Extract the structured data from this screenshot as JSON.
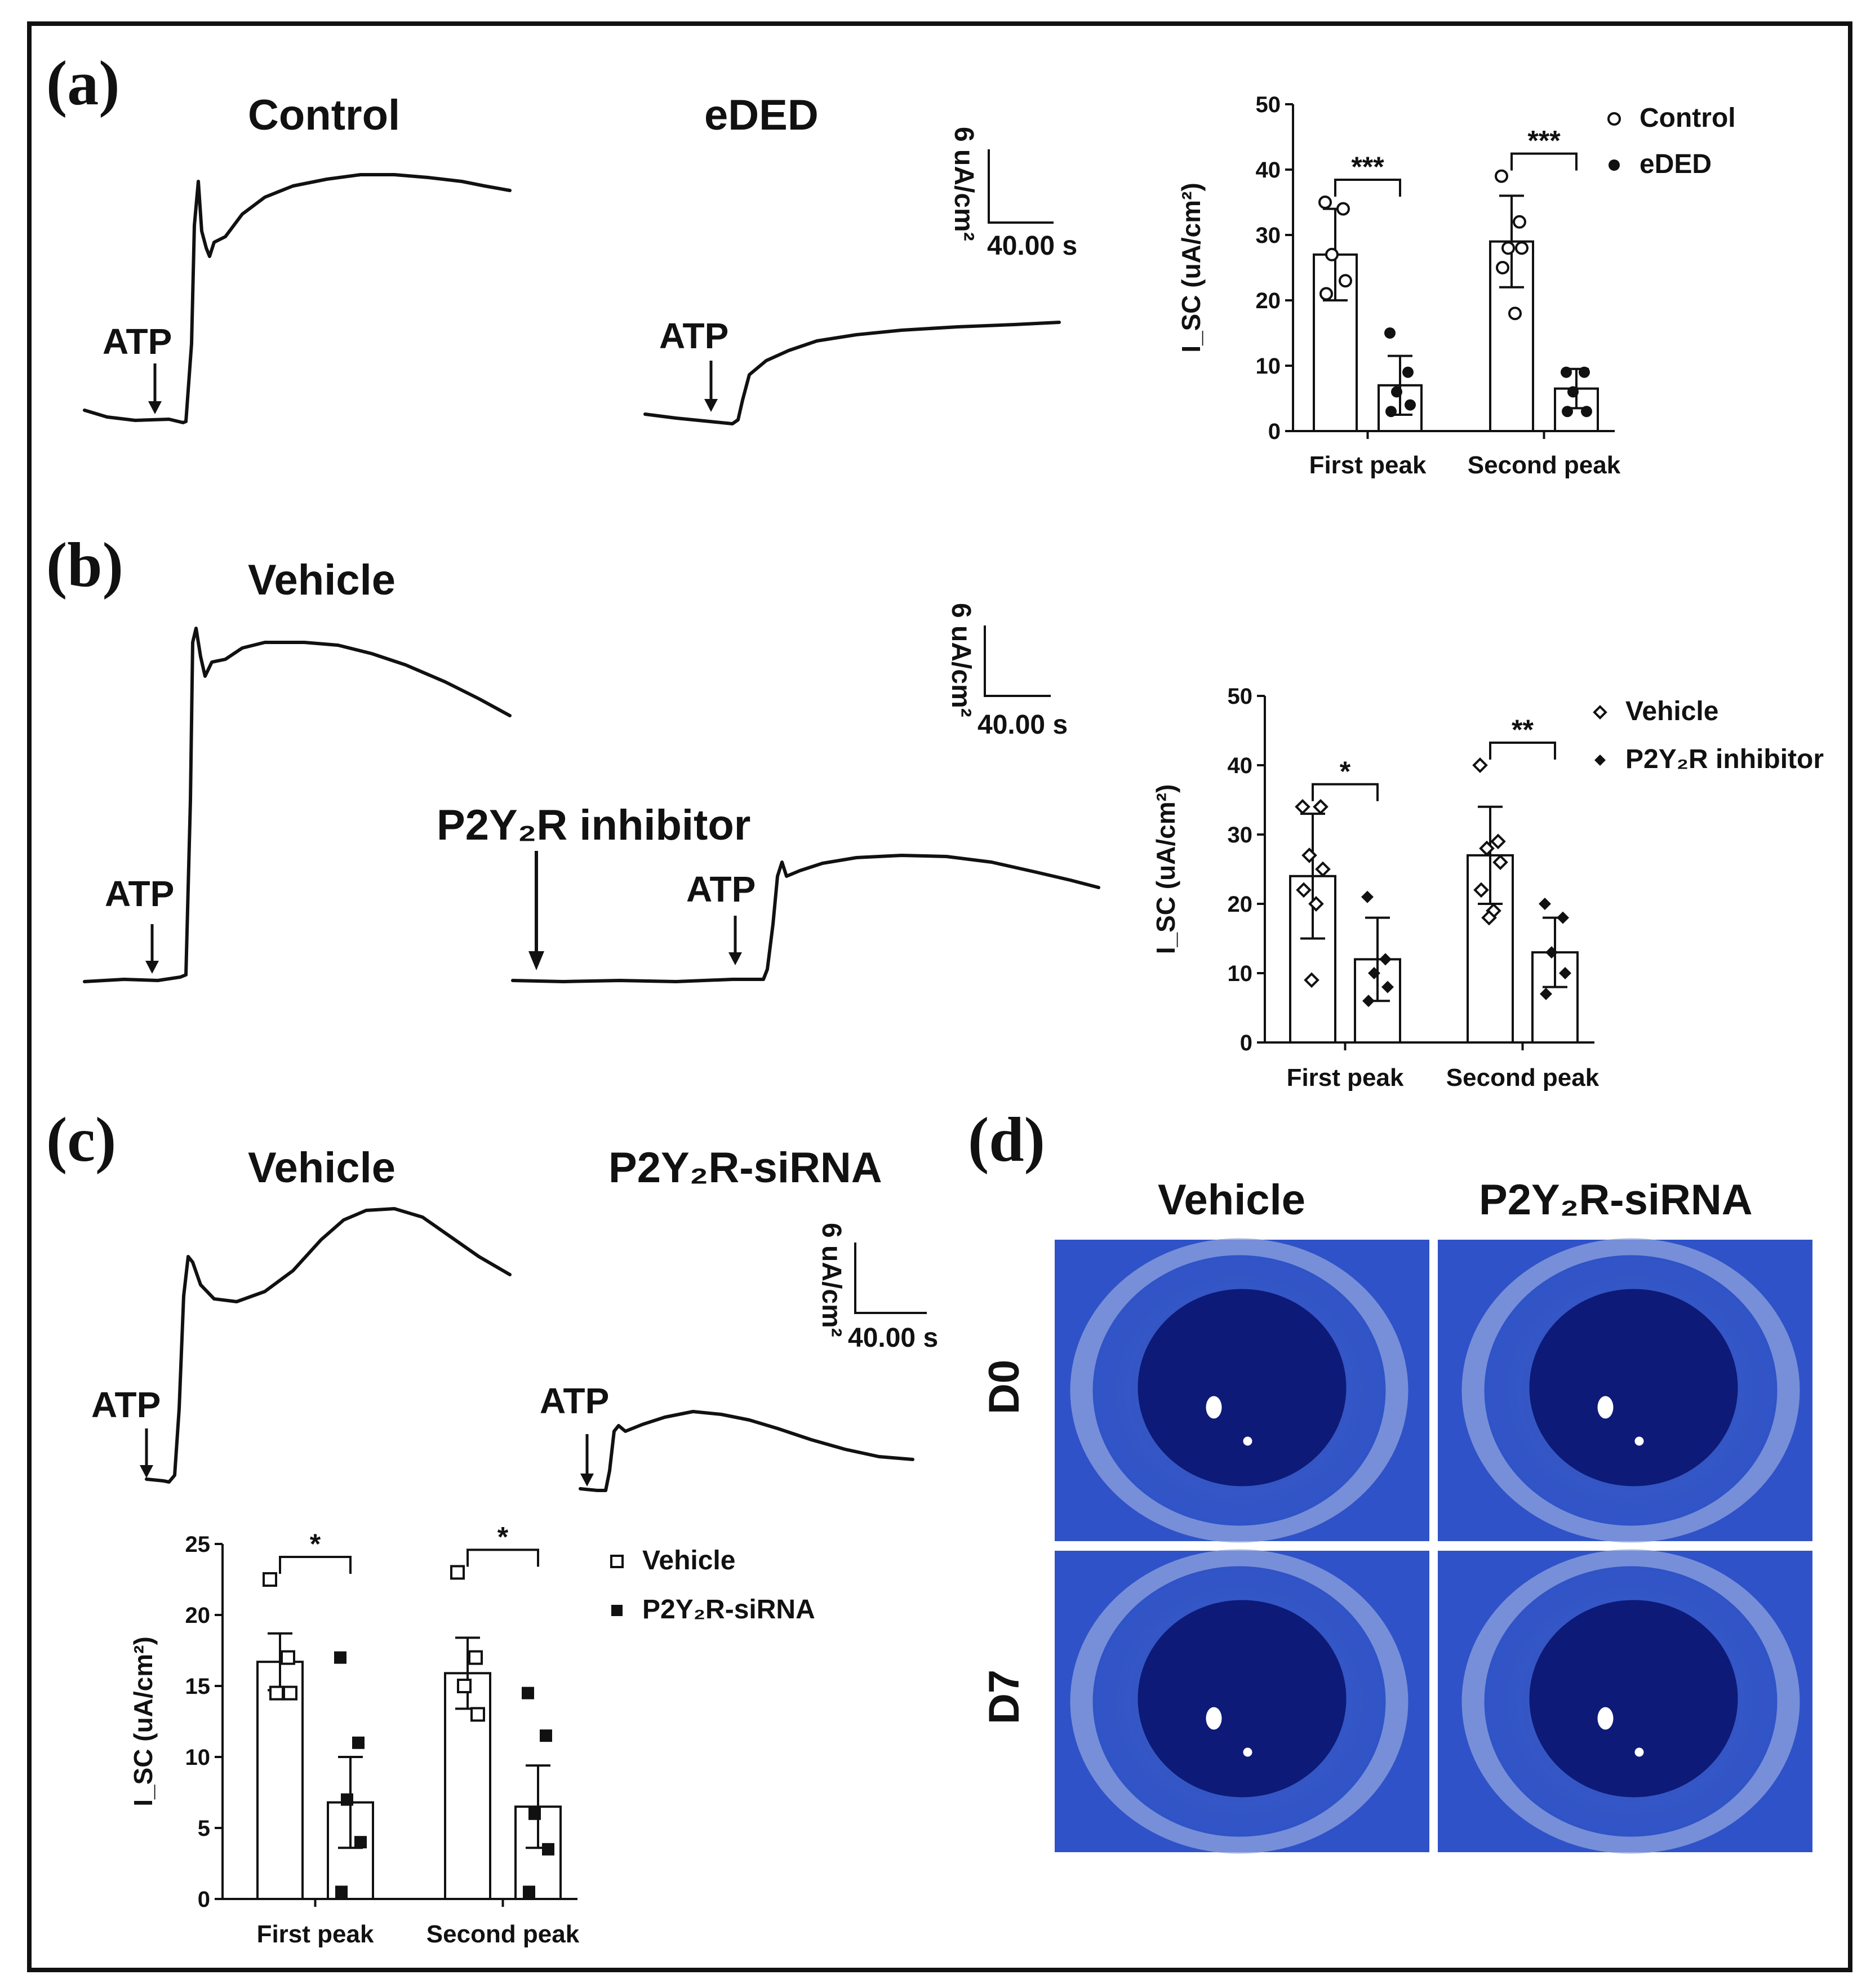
{
  "panels": {
    "a": {
      "letter": "(a)",
      "trace_titles": [
        "Control",
        "eDED"
      ],
      "atp_label": "ATP",
      "scale_y": "6 uA/cm²",
      "scale_x": "40.00 s"
    },
    "b": {
      "letter": "(b)",
      "trace_titles": [
        "Vehicle",
        "P2Y₂R inhibitor"
      ],
      "atp_label": "ATP",
      "scale_y": "6 uA/cm²",
      "scale_x": "40.00 s"
    },
    "c": {
      "letter": "(c)",
      "trace_titles": [
        "Vehicle",
        "P2Y₂R-siRNA"
      ],
      "atp_label": "ATP",
      "scale_y": "6 uA/cm²",
      "scale_x": "40.00 s"
    },
    "d": {
      "letter": "(d)",
      "column_labels": [
        "Vehicle",
        "P2Y₂R-siRNA"
      ],
      "row_labels": [
        "D0",
        "D7"
      ],
      "photo_colors": {
        "outer": "#2f52c8",
        "sclera": "#8fa4dd",
        "iris": "#3e5fc0",
        "pupil": "#0d1a78",
        "highlight": "#ffffff"
      }
    }
  },
  "chart_data": [
    {
      "id": "a",
      "type": "bar",
      "ylabel": "I_SC (uA/cm²)",
      "ylim": [
        0,
        50
      ],
      "yticks": [
        0,
        10,
        20,
        30,
        40,
        50
      ],
      "categories": [
        "First peak",
        "Second peak"
      ],
      "series": [
        {
          "name": "Control",
          "marker": "open-circle",
          "values": [
            27,
            29
          ],
          "errors": [
            7,
            7
          ],
          "points": [
            [
              35,
              34,
              27,
              23,
              21
            ],
            [
              39,
              32,
              28,
              28,
              25,
              18
            ]
          ]
        },
        {
          "name": "eDED",
          "marker": "filled-circle",
          "values": [
            7,
            6.5
          ],
          "errors": [
            4.5,
            3
          ],
          "points": [
            [
              15,
              9,
              6,
              4,
              3
            ],
            [
              9,
              9,
              6,
              3,
              3
            ]
          ]
        }
      ],
      "significance": [
        "***",
        "***"
      ],
      "legend": "right"
    },
    {
      "id": "b",
      "type": "bar",
      "ylabel": "I_SC (uA/cm²)",
      "ylim": [
        0,
        50
      ],
      "yticks": [
        0,
        10,
        20,
        30,
        40,
        50
      ],
      "categories": [
        "First peak",
        "Second peak"
      ],
      "series": [
        {
          "name": "Vehicle",
          "marker": "open-diamond",
          "values": [
            24,
            27
          ],
          "errors": [
            9,
            7
          ],
          "points": [
            [
              34,
              34,
              27,
              25,
              22,
              20,
              9
            ],
            [
              40,
              29,
              28,
              26,
              22,
              19,
              18
            ]
          ]
        },
        {
          "name": "P2Y₂R inhibitor",
          "marker": "filled-diamond",
          "values": [
            12,
            13
          ],
          "errors": [
            6,
            5
          ],
          "points": [
            [
              21,
              12,
              10,
              8,
              6
            ],
            [
              20,
              18,
              13,
              10,
              7
            ]
          ]
        }
      ],
      "significance": [
        "*",
        "**"
      ],
      "legend": "right"
    },
    {
      "id": "c",
      "type": "bar",
      "ylabel": "I_SC (uA/cm²)",
      "ylim": [
        0,
        25
      ],
      "yticks": [
        0,
        5,
        10,
        15,
        20,
        25
      ],
      "categories": [
        "First peak",
        "Second peak"
      ],
      "series": [
        {
          "name": "Vehicle",
          "marker": "open-square",
          "values": [
            16.7,
            15.9
          ],
          "errors": [
            2,
            2.5
          ],
          "points": [
            [
              22.5,
              17,
              14.5,
              14.5
            ],
            [
              23,
              17,
              15,
              13
            ]
          ]
        },
        {
          "name": "P2Y₂R-siRNA",
          "marker": "filled-square",
          "values": [
            6.8,
            6.5
          ],
          "errors": [
            3.2,
            2.9
          ],
          "points": [
            [
              17,
              11,
              7,
              4,
              0.5
            ],
            [
              14.5,
              11.5,
              6,
              3.5,
              0.5
            ]
          ]
        }
      ],
      "significance": [
        "*",
        "*"
      ],
      "legend": "right"
    }
  ]
}
